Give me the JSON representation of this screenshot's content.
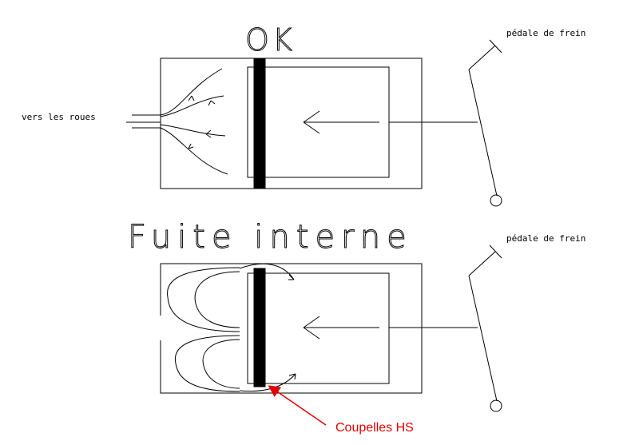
{
  "top": {
    "title": "OK",
    "wheels_label": "vers les roues",
    "pedal_label": "pédale de frein"
  },
  "bottom": {
    "title": "Fuite interne",
    "pedal_label": "pédale de frein",
    "callout_label": "Coupelles HS"
  },
  "colors": {
    "line": "#000000",
    "callout": "#e00000"
  }
}
